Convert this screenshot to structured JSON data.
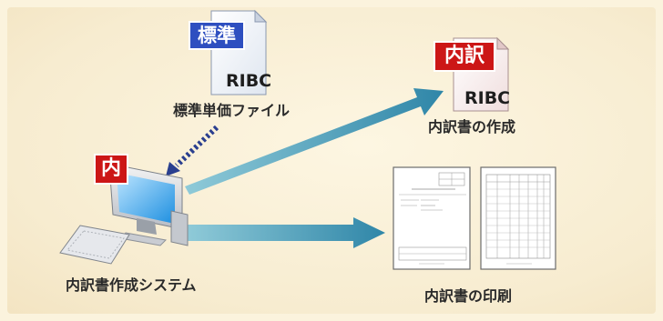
{
  "standard_doc": {
    "badge": "標準",
    "code": "RIBC",
    "caption": "標準単価ファイル"
  },
  "breakdown_doc": {
    "badge": "内訳",
    "code": "RIBC",
    "caption": "内訳書の作成"
  },
  "system": {
    "badge": "内",
    "caption": "内訳書作成システム"
  },
  "print": {
    "caption": "内訳書の印刷"
  },
  "colors": {
    "badge_blue": "#2e4fc0",
    "badge_red": "#cc1616",
    "arrow": "#3f9bb5"
  }
}
